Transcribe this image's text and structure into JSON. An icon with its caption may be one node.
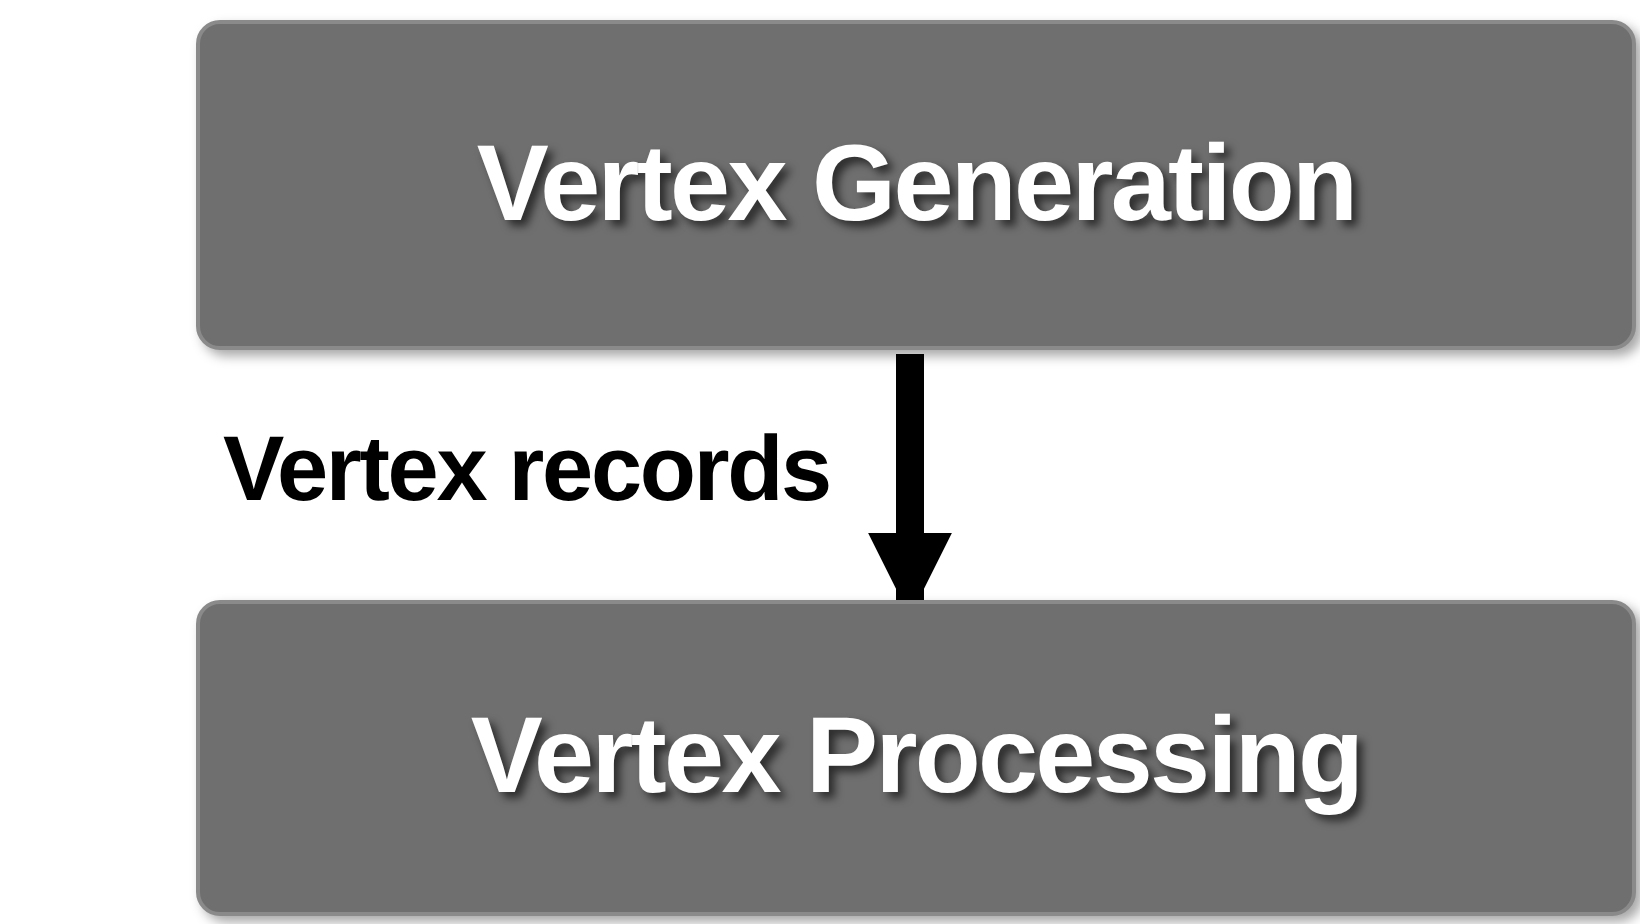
{
  "diagram": {
    "nodes": [
      {
        "text": [
          "Vertex Generation"
        ]
      },
      {
        "text": [
          "Vertex Processing"
        ]
      }
    ],
    "edges": [
      {
        "from": 0,
        "to": 1,
        "arrow": "to",
        "label": "Vertex records"
      }
    ]
  }
}
